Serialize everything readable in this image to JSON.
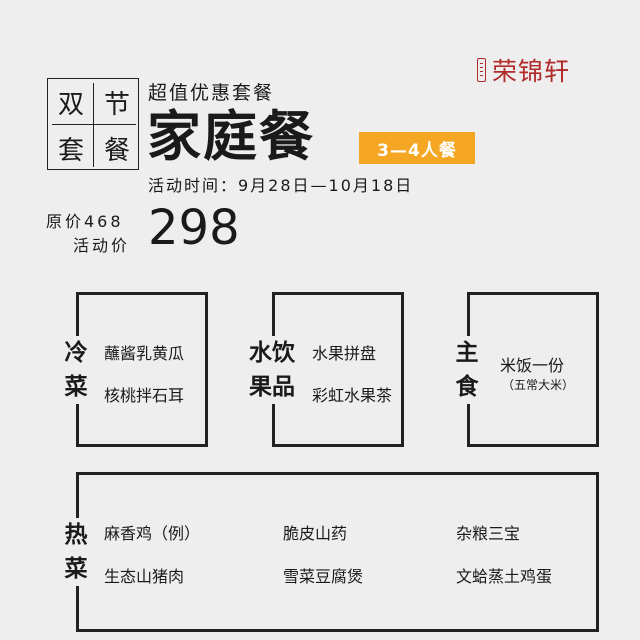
{
  "brand": {
    "name": "荣锦轩"
  },
  "festival": {
    "chars": [
      "双",
      "节",
      "套",
      "餐"
    ]
  },
  "header": {
    "subtitle": "超值优惠套餐",
    "title": "家庭餐",
    "size_badge": "3—4人餐",
    "dates": "活动时间：9月28日—10月18日"
  },
  "pricing": {
    "original": "原价468",
    "promo_label": "活动价",
    "promo_price": "298"
  },
  "menu": {
    "cold": {
      "cat_line1": "冷",
      "cat_line2": "菜",
      "items": [
        "蘸酱乳黄瓜",
        "核桃拌石耳"
      ]
    },
    "drinks": {
      "cat_line1": "水饮",
      "cat_line2": "果品",
      "items": [
        "水果拼盘",
        "彩虹水果茶"
      ]
    },
    "staple": {
      "cat_line1": "主",
      "cat_line2": "食",
      "item": "米饭一份",
      "note": "（五常大米）"
    },
    "hot": {
      "cat_line1": "热",
      "cat_line2": "菜",
      "items": [
        "麻香鸡（例）",
        "生态山猪肉",
        "脆皮山药",
        "雪菜豆腐煲",
        "杂粮三宝",
        "文蛤蒸土鸡蛋"
      ]
    }
  },
  "colors": {
    "accent": "#f5a623",
    "brand": "#b02a2a",
    "background": "#eeeeee"
  }
}
